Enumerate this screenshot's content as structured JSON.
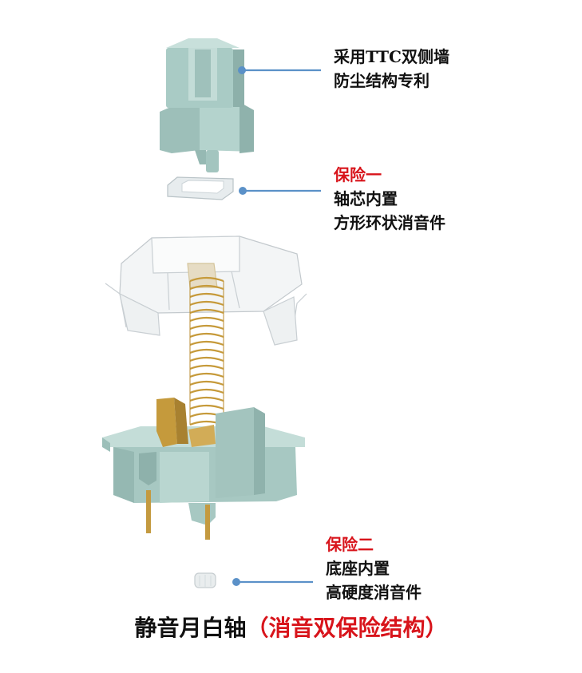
{
  "callouts": {
    "stem": {
      "line1": "采用TTC双侧墙",
      "line2": "防尘结构专利"
    },
    "ring": {
      "tag": "保险一",
      "line1": "轴芯内置",
      "line2": "方形环状消音件"
    },
    "base": {
      "tag": "保险二",
      "line1": "底座内置",
      "line2": "高硬度消音件"
    }
  },
  "caption": {
    "main": "静音月白轴",
    "sub": "（消音双保险结构）"
  },
  "colors": {
    "stem": "#a9cbc5",
    "housing": "#a7c8c2",
    "accent": "#d8141b",
    "leader": "#5b91c8",
    "spring": "#c69a3a"
  }
}
